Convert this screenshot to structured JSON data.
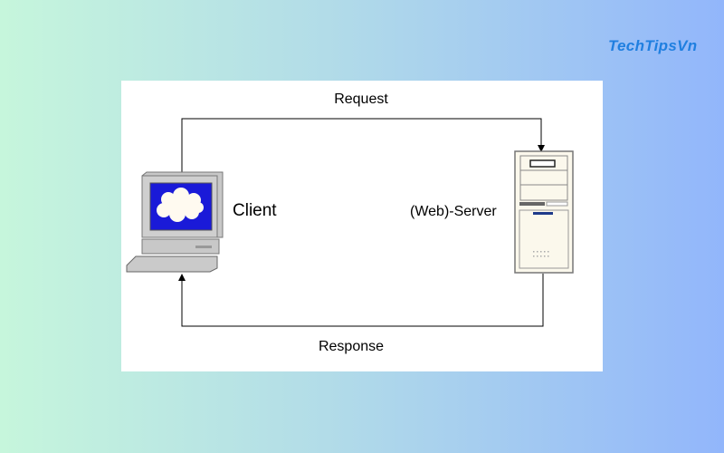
{
  "logo": {
    "text": "TechTipsVn",
    "color": "#1f7fe0"
  },
  "diagram": {
    "request_label": "Request",
    "response_label": "Response",
    "client_label": "Client",
    "server_label": "(Web)-Server",
    "icons": {
      "client": "desktop-computer-icon",
      "server": "server-tower-icon"
    },
    "colors": {
      "screen": "#1a1ad8",
      "background_left": "#c6f6dc",
      "background_right": "#92b6fb"
    }
  }
}
